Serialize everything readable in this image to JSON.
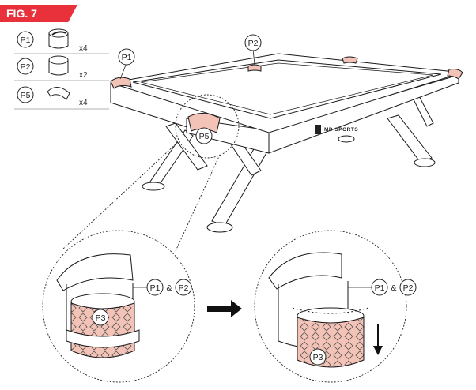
{
  "figure": {
    "label": "FIG. 7",
    "tag_color": "#e8313a"
  },
  "parts": [
    {
      "id": "P1",
      "quantity": "x4",
      "icon": "pocket-liner-icon"
    },
    {
      "id": "P2",
      "quantity": "x2",
      "icon": "side-pocket-liner-icon"
    },
    {
      "id": "P5",
      "quantity": "x4",
      "icon": "pocket-rim-icon"
    }
  ],
  "callouts": {
    "table_p1": "P1",
    "table_p2": "P2",
    "table_p5": "P5",
    "detail1_p3": "P3",
    "detail1_p1": "P1",
    "detail1_amp": "&",
    "detail1_p2": "P2",
    "detail2_p3": "P3",
    "detail2_p1": "P1",
    "detail2_amp": "&",
    "detail2_p2": "P2"
  },
  "brand": "MD SPORTS",
  "colors": {
    "accent": "#f2c3b6",
    "line": "#1a1a1a"
  }
}
